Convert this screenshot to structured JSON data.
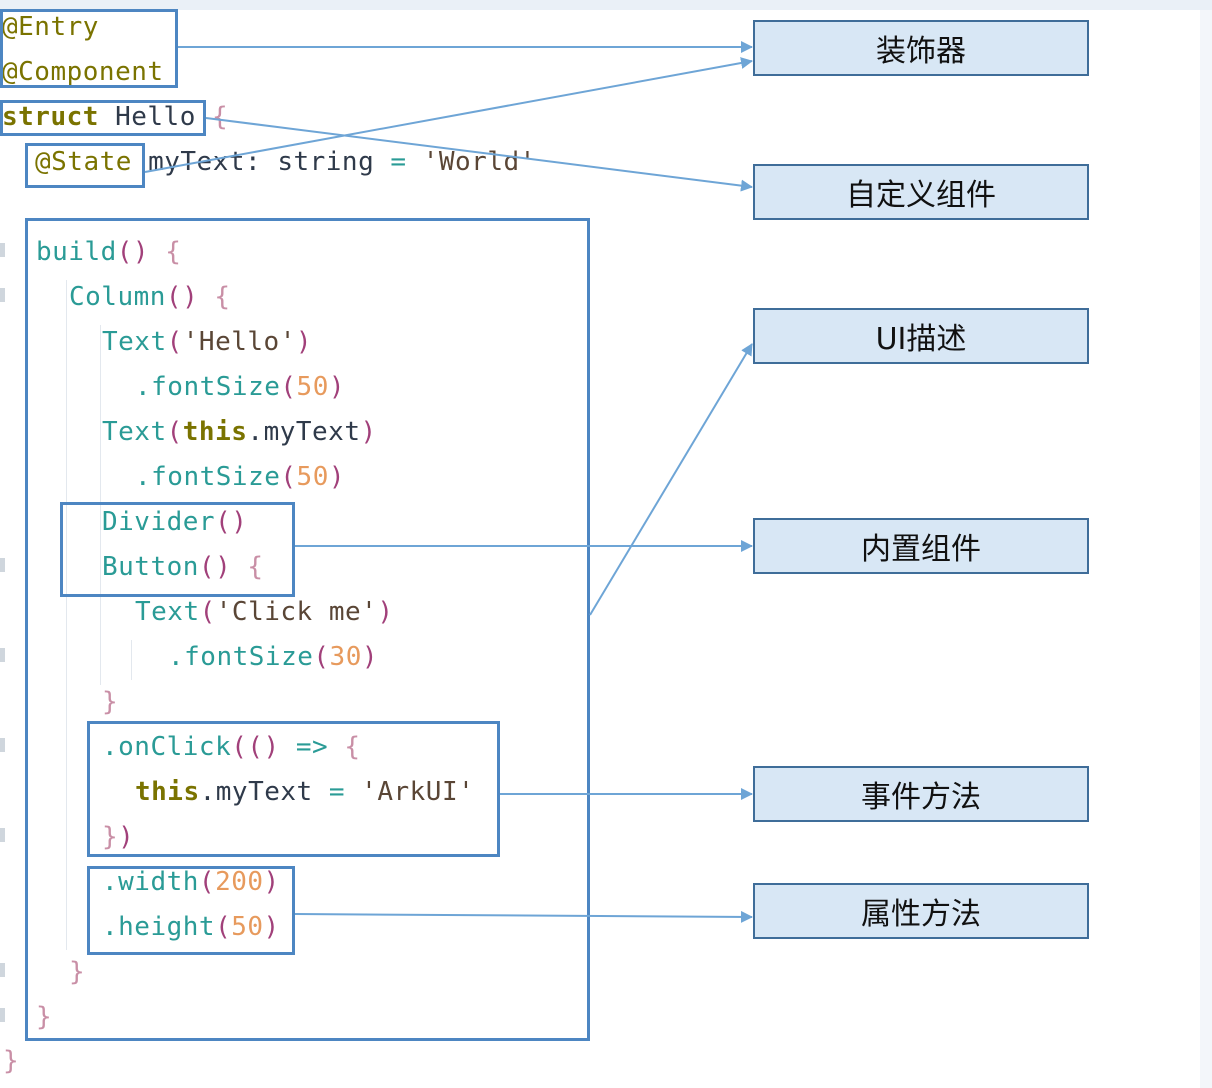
{
  "code": {
    "l1": "@Entry",
    "l2": "@Component",
    "l3_kw": "struct",
    "l3_name": "Hello",
    "l4_dec": "@State",
    "l4_var": "myText",
    "l4_type": "string",
    "l4_val": "'World'",
    "build": "build",
    "column": "Column",
    "text1_fn": "Text",
    "text1_arg": "'Hello'",
    "fontsize": ".fontSize",
    "n50": "50",
    "text2_fn": "Text",
    "this": "this",
    "mytext": "myText",
    "divider": "Divider",
    "button": "Button",
    "text3_fn": "Text",
    "text3_arg": "'Click me'",
    "n30": "30",
    "onclick": ".onClick",
    "arrow": "=>",
    "arkui": "'ArkUI'",
    "width": ".width",
    "n200": "200",
    "height": ".height"
  },
  "labels": {
    "decorator": "装饰器",
    "custom_component": "自定义组件",
    "ui_description": "UI描述",
    "builtin_component": "内置组件",
    "event_method": "事件方法",
    "attribute_method": "属性方法"
  },
  "colors": {
    "frame": "#4d86c2",
    "label_fill": "#d8e7f5",
    "label_border": "#3f6d99",
    "arrow": "#6ea5d6"
  }
}
